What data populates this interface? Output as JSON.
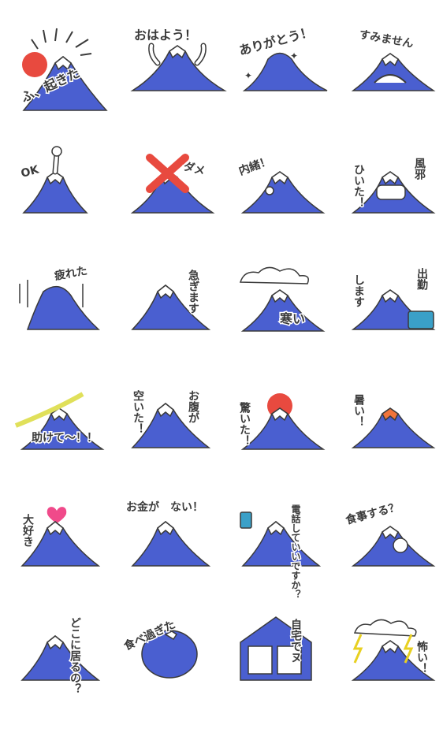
{
  "palette": {
    "mountain": "#4a5fd0",
    "outline": "#3a3a3a",
    "snow": "#ffffff",
    "sun": "#e84a3f",
    "bag": "#3aa0c8",
    "lava": "#f0743a",
    "accent": "#f04a8a"
  },
  "stickers": [
    {
      "id": "wake-up",
      "text": "ふ、起きた"
    },
    {
      "id": "good-morning",
      "text": "おはよう！"
    },
    {
      "id": "thank-you",
      "text": "ありがとう！"
    },
    {
      "id": "sorry",
      "text": "すみません"
    },
    {
      "id": "ok",
      "text": "OK"
    },
    {
      "id": "no-good",
      "text": "ダメ"
    },
    {
      "id": "secret",
      "text": "内緒！"
    },
    {
      "id": "cold",
      "text_a": "風邪",
      "text_b": "ひいた！"
    },
    {
      "id": "tired",
      "text": "疲れた"
    },
    {
      "id": "hurry",
      "text": "急ぎます"
    },
    {
      "id": "freezing",
      "text": "寒い"
    },
    {
      "id": "go-to-work",
      "text_a": "出勤",
      "text_b": "します"
    },
    {
      "id": "help",
      "text": "助けて〜！！"
    },
    {
      "id": "hungry",
      "text_a": "空いた！",
      "text_b": "お腹が"
    },
    {
      "id": "surprised",
      "text": "驚いた！"
    },
    {
      "id": "hot",
      "text": "暑い！"
    },
    {
      "id": "love",
      "text": "大好き"
    },
    {
      "id": "no-money",
      "text": "お金が　ない！"
    },
    {
      "id": "call-ok",
      "text": "電話していいですか？"
    },
    {
      "id": "eat",
      "text": "食事する？"
    },
    {
      "id": "where",
      "text": "どこに居るの？"
    },
    {
      "id": "ate-too-much",
      "text": "食べ過ぎた"
    },
    {
      "id": "home",
      "text": "自宅でヌ"
    },
    {
      "id": "scared",
      "text": "怖い！"
    }
  ]
}
